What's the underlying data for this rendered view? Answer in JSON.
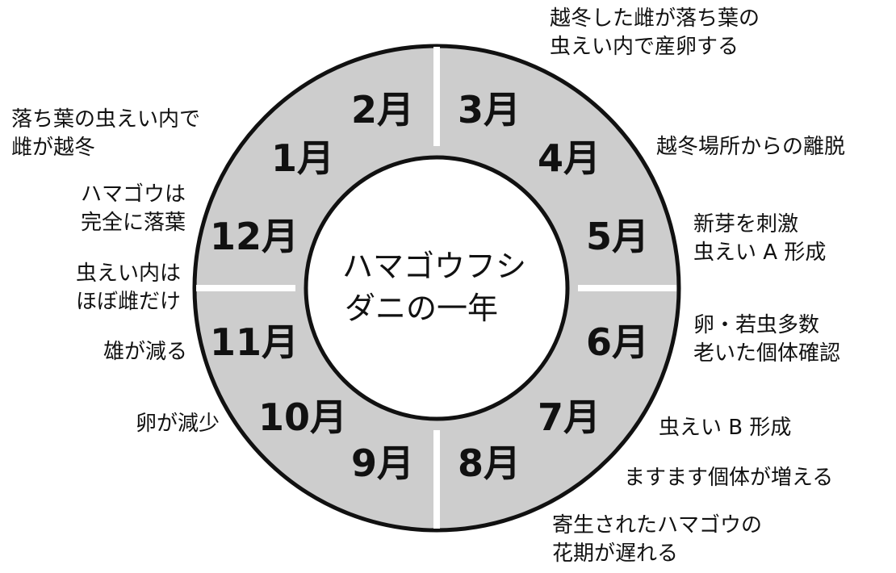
{
  "diagram": {
    "center_title": [
      "ハマゴウフシ",
      "ダニの一年"
    ],
    "months": [
      "1月",
      "2月",
      "3月",
      "4月",
      "5月",
      "6月",
      "7月",
      "8月",
      "9月",
      "10月",
      "11月",
      "12月"
    ],
    "colors": {
      "ring_fill": "#cdcdcd",
      "ring_stroke": "#111111",
      "center_fill": "#ffffff",
      "divider": "#ffffff"
    }
  },
  "notes": {
    "march": [
      "越冬した雌が落ち葉の",
      "虫えい内で産卵する"
    ],
    "april": [
      "越冬場所からの離脱"
    ],
    "may": [
      "新芽を刺激",
      "虫えい A 形成"
    ],
    "june": [
      "卵・若虫多数",
      "老いた個体確認"
    ],
    "july": [
      "虫えい B 形成"
    ],
    "august": [
      "ますます個体が増える"
    ],
    "september": [
      "寄生されたハマゴウの",
      "花期が遅れる"
    ],
    "october": [
      "卵が減少"
    ],
    "november": [
      "雄が減る"
    ],
    "december_a": [
      "虫えい内は",
      "ほぼ雌だけ"
    ],
    "december_b": [
      "ハマゴウは",
      "完全に落葉"
    ],
    "january": [
      "落ち葉の虫えい内で",
      "雌が越冬"
    ]
  }
}
